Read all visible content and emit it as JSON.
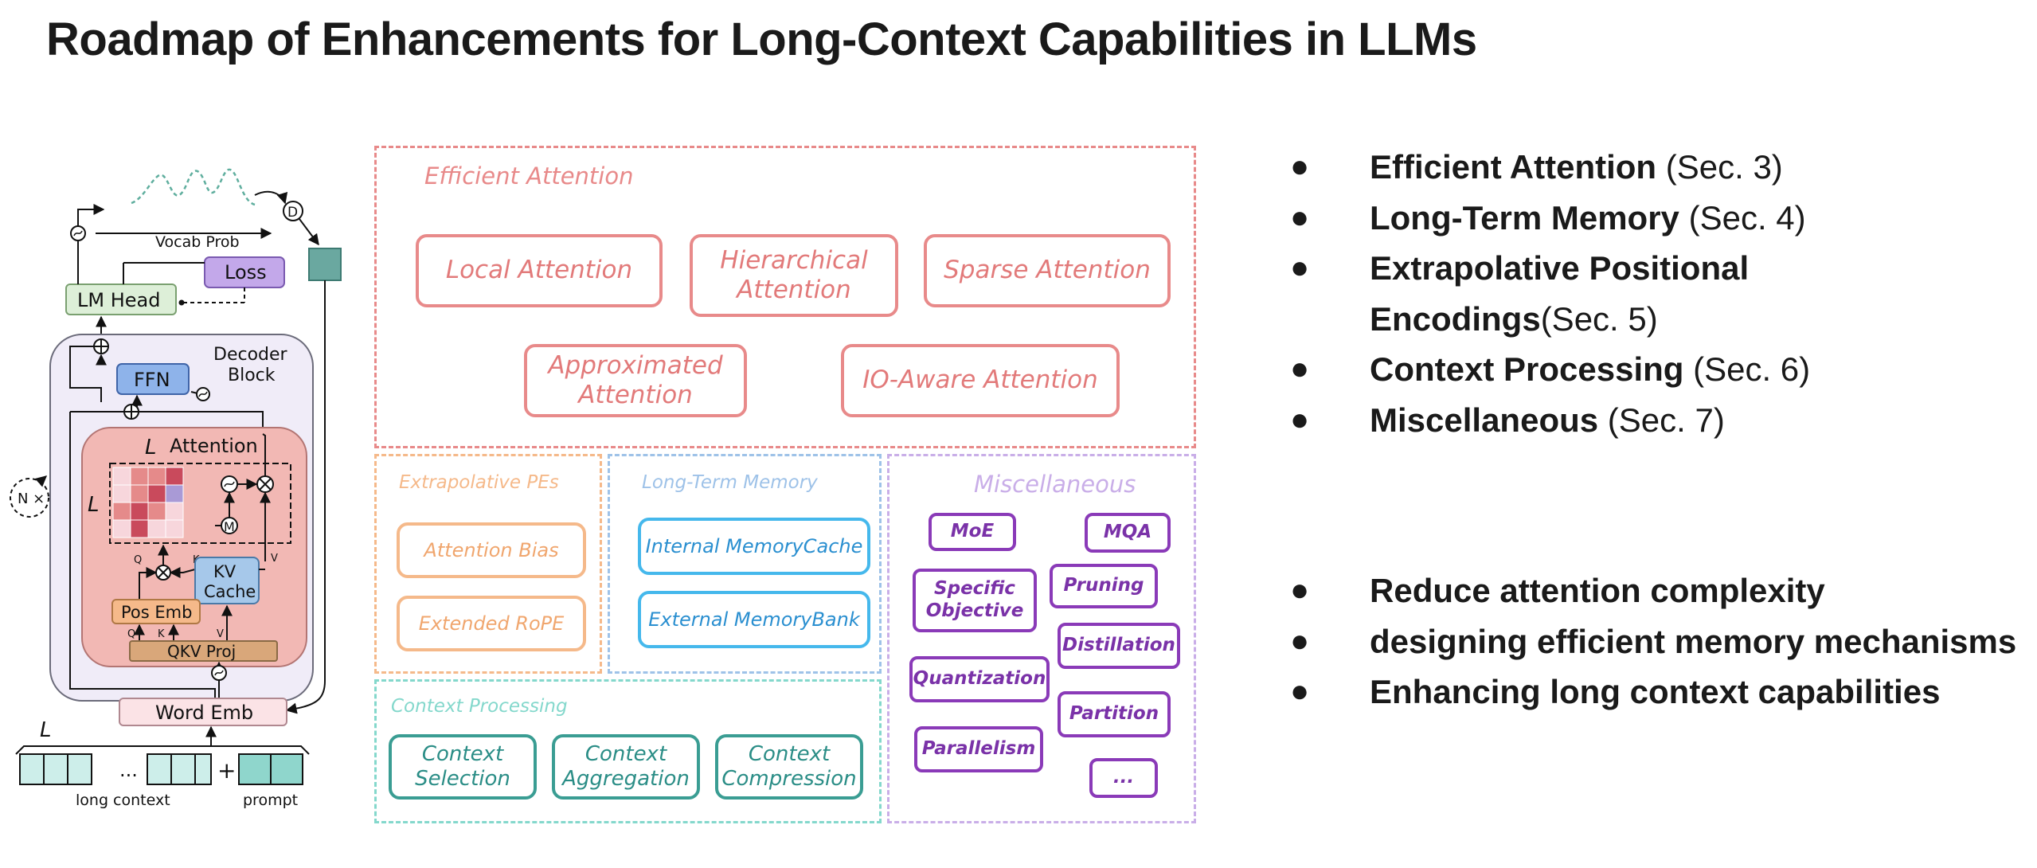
{
  "title": "Roadmap of Enhancements for Long-Context Capabilities in LLMs",
  "architecture": {
    "vocab_prob": "Vocab Prob",
    "loss": "Loss",
    "lm_head": "LM Head",
    "decoder_block": "Decoder\nBlock",
    "ffn": "FFN",
    "attention_L": "L",
    "attention": "Attention",
    "heatmap_L": "L",
    "n_times": "N ×",
    "q1": "Q",
    "k1": "K",
    "v1": "V",
    "q2": "Q",
    "k2": "K",
    "v2": "V",
    "kv_cache": "KV\nCache",
    "pos_emb": "Pos Emb",
    "qkv_proj": "QKV Proj",
    "word_emb": "Word Emb",
    "input_L": "L",
    "ellipsis": "...",
    "plus": "+",
    "long_context": "long context",
    "prompt": "prompt",
    "colors": {
      "heat_dark": "#c94a5c",
      "heat_mid": "#e58a8a",
      "heat_light": "#f7d6dc",
      "heat_purple": "#a99ad6"
    }
  },
  "taxonomy": {
    "efficient_attention": {
      "title": "Efficient Attention",
      "items": [
        "Local Attention",
        "Hierarchical\nAttention",
        "Sparse Attention",
        "Approximated\nAttention",
        "IO-Aware Attention"
      ],
      "color": "#e88a8a"
    },
    "extrapolative_pes": {
      "title": "Extrapolative PEs",
      "items": [
        "Attention Bias",
        "Extended RoPE"
      ],
      "color": "#f5b98a"
    },
    "long_term_memory": {
      "title": "Long-Term Memory",
      "items": [
        "Internal MemoryCache",
        "External MemoryBank"
      ],
      "color": "#45b8ec"
    },
    "miscellaneous": {
      "title": "Miscellaneous",
      "items": [
        "MoE",
        "MQA",
        "Specific\nObjective",
        "Pruning",
        "Distillation",
        "Quantization",
        "Partition",
        "Parallelism",
        "..."
      ],
      "color": "#8a3ab8"
    },
    "context_processing": {
      "title": "Context Processing",
      "items": [
        "Context\nSelection",
        "Context\nAggregation",
        "Context\nCompression"
      ],
      "color": "#3a9d93"
    }
  },
  "sections": [
    {
      "bullet": "●",
      "bold": "Efficient Attention",
      "rest": " (Sec. 3)"
    },
    {
      "bullet": "●",
      "bold": "Long-Term Memory",
      "rest": " (Sec. 4)"
    },
    {
      "bullet": "●",
      "bold": "Extrapolative Positional\nEncodings",
      "rest": "(Sec. 5)"
    },
    {
      "bullet": "●",
      "bold": "Context Processing",
      "rest": " (Sec. 6)"
    },
    {
      "bullet": "●",
      "bold": "Miscellaneous",
      "rest": " (Sec. 7)"
    }
  ],
  "goals": [
    {
      "bullet": "●",
      "text": "Reduce attention complexity"
    },
    {
      "bullet": "●",
      "text": "designing efficient memory mechanisms"
    },
    {
      "bullet": "●",
      "text": "Enhancing long context capabilities"
    }
  ]
}
